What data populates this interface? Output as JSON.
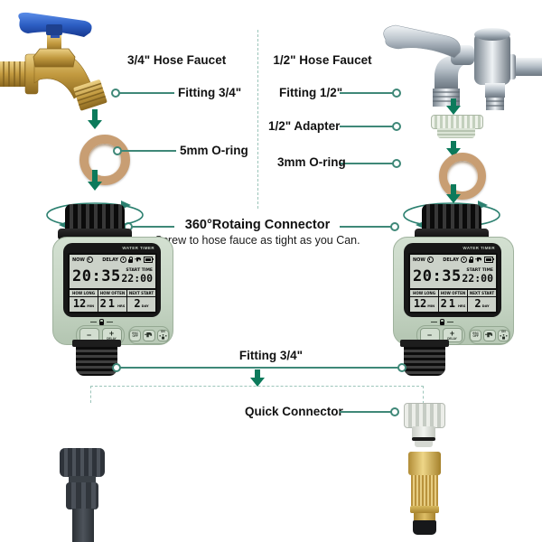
{
  "labels": {
    "left_faucet": "3/4\" Hose Faucet",
    "left_fitting": "Fitting 3/4\"",
    "left_oring": "5mm O-ring",
    "right_faucet": "1/2\" Hose Faucet",
    "right_fitting": "Fitting 1/2\"",
    "right_adapter": "1/2\" Adapter",
    "right_oring": "3mm O-ring",
    "rotating_title": "360°Rotaing Connector",
    "rotating_subtitle": "Screw to hose fauce as tight as you Can.",
    "bottom_fitting": "Fitting 3/4\"",
    "quick_connector": "Quick Connector"
  },
  "timer": {
    "brand": "WATER TIMER",
    "lcd": {
      "now": "NOW",
      "delay": "DELAY",
      "time": "20:35",
      "start_time_label": "START TIME",
      "start_time": "22:00",
      "how_long_label": "HOW LONG",
      "how_long": "12",
      "how_long_unit": "MIN",
      "how_often_label": "HOW OFTEN",
      "how_often": "21",
      "how_often_unit": "HRS",
      "next_start_label": "NEXT START",
      "next_start": "2",
      "next_start_unit": "DAY"
    },
    "buttons": {
      "minus": "−",
      "plus": "+",
      "delay": "DELAY",
      "esc": "ESC",
      "off": "OFF",
      "on": "ON"
    }
  },
  "colors": {
    "callout_line": "#3f8878",
    "arrow_green": "#0c7a5b",
    "timer_body": "#c7d6c5",
    "lcd_bg": "#ccd2c9",
    "oring_tan": "#c89e73",
    "brass": "#c9a24b",
    "chrome": "#c6cdd3",
    "adapter_green": "#dde6d8",
    "hose_dark": "#3a4046"
  }
}
